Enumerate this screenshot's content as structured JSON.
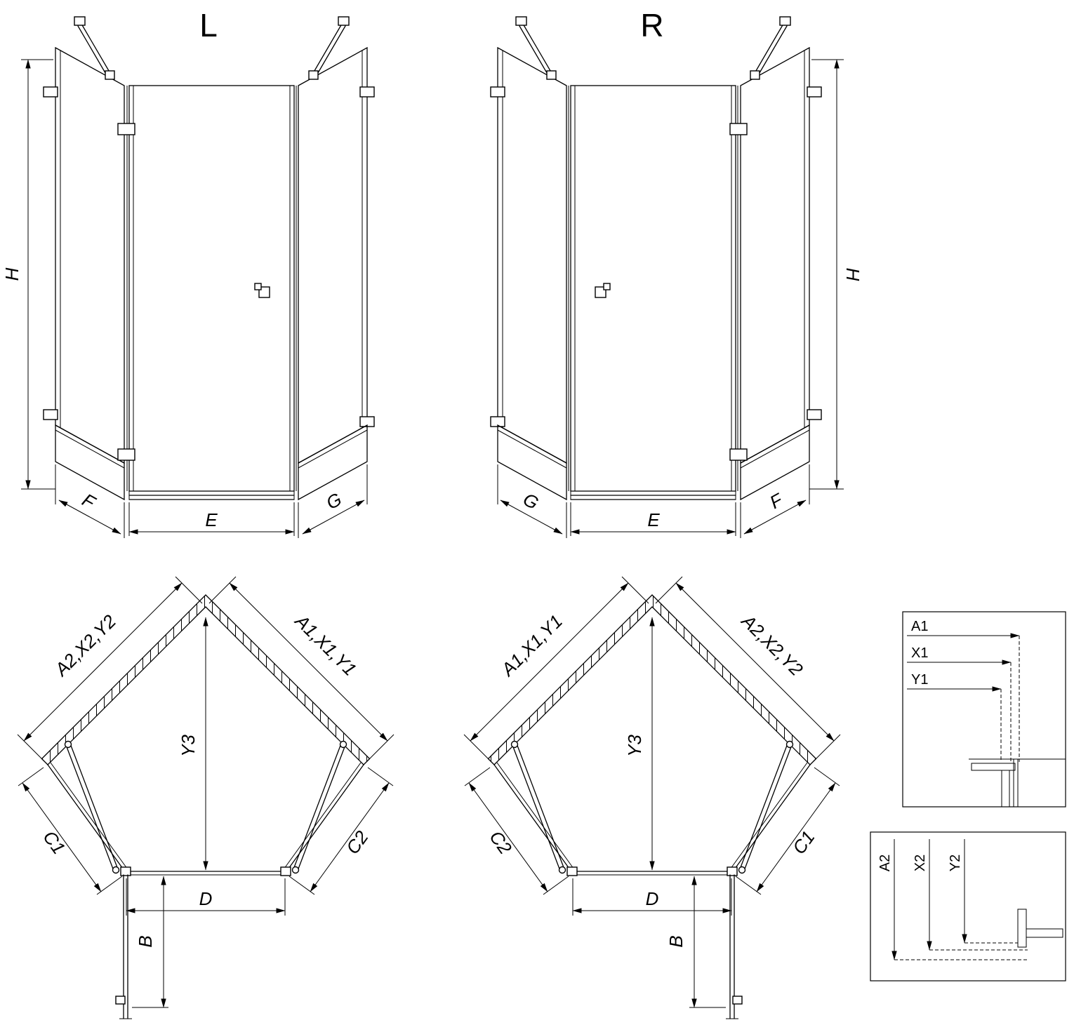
{
  "page": {
    "background_color": "#ffffff",
    "line_color": "#000000"
  },
  "front_view_left": {
    "title": "L",
    "height_label": "H",
    "left_width_label": "F",
    "door_width_label": "E",
    "right_width_label": "G"
  },
  "front_view_right": {
    "title": "R",
    "height_label": "H",
    "left_width_label": "G",
    "door_width_label": "E",
    "right_width_label": "F"
  },
  "plan_view_left": {
    "left_wall_label": "A2,X2,Y2",
    "right_wall_label": "A1,X1,Y1",
    "diagonal_label": "Y3",
    "left_side_label": "C1",
    "right_side_label": "C2",
    "door_label": "D",
    "return_label": "B"
  },
  "plan_view_right": {
    "left_wall_label": "A1,X1,Y1",
    "right_wall_label": "A2,X2,Y2",
    "diagonal_label": "Y3",
    "left_side_label": "C2",
    "right_side_label": "C1",
    "door_label": "D",
    "return_label": "B"
  },
  "detail_top": {
    "row1": "A1",
    "row2": "X1",
    "row3": "Y1"
  },
  "detail_bottom": {
    "col1": "A2",
    "col2": "X2",
    "col3": "Y2"
  }
}
